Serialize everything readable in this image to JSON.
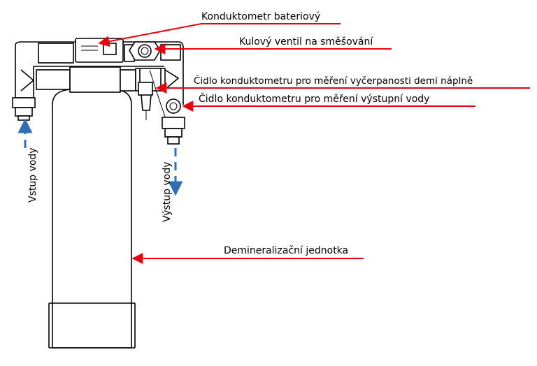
{
  "labels": {
    "battery_conductometer": "Konduktometr bateriový",
    "ball_valve": "Kulový ventil na směšování",
    "sensor_depletion": "Čidlo konduktometru pro měření vyčerpanosti demi náplně",
    "sensor_output": "Čidlo konduktometru pro měření výstupní vody",
    "demineralization_unit": "Demineralizační jednotka",
    "water_inlet": "Vstup vody",
    "water_outlet": "Výstup vody"
  },
  "colors": {
    "callout_line": "#e8000b",
    "flow_arrow": "#2e6fb7",
    "outline": "#000000"
  },
  "icons": {
    "callout": "red-arrow",
    "flow": "blue-dashed-arrow"
  }
}
